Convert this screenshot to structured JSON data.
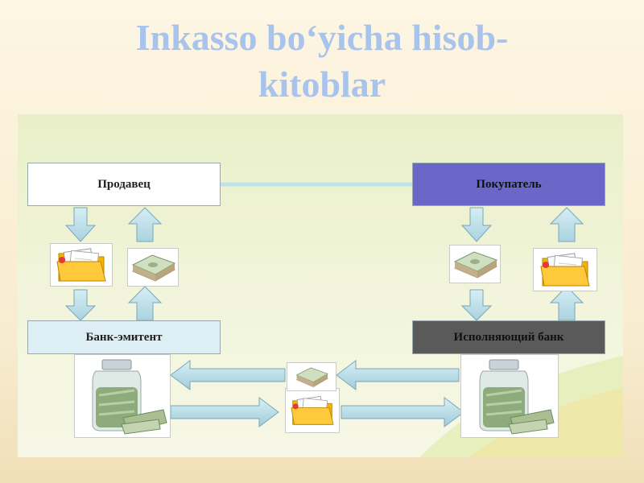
{
  "slide": {
    "title_line1": "Inkasso bo‘yicha hisob-",
    "title_line2": "kitoblar"
  },
  "diagram": {
    "nodes": {
      "seller": "Продавец",
      "buyer": "Покупатель",
      "issuing_bank": "Банк-эмитент",
      "executing_bank": "Исполняющий банк"
    },
    "icons": {
      "documents": "documents-folder-icon",
      "money": "money-bundle-icon",
      "jar": "money-jar-icon"
    },
    "colors": {
      "title": "#a9c4ec",
      "buyer_box": "#6a67c8",
      "executing_bank_box": "#5a5a5a",
      "issuing_bank_box": "#ddeef4",
      "arrow_fill": "#bfe0ea",
      "arrow_stroke": "#7aa6b6"
    }
  }
}
